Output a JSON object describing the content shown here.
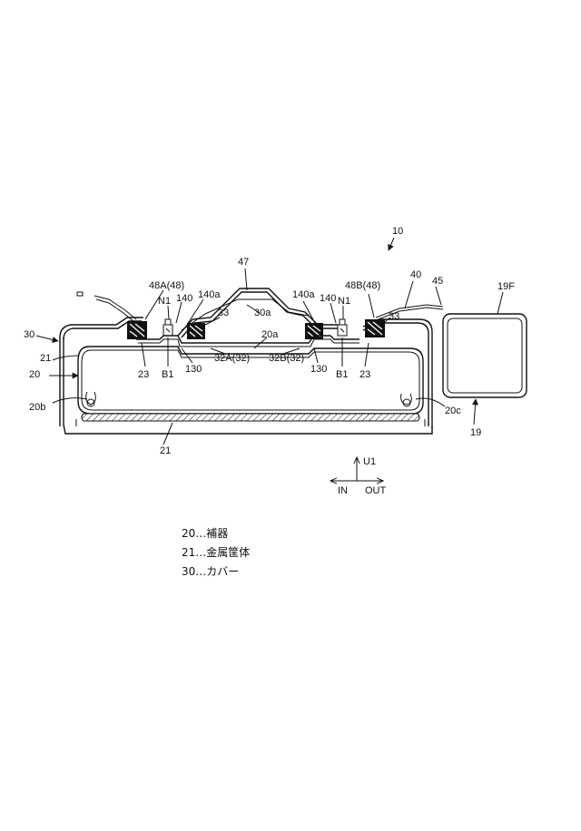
{
  "labels": {
    "ref_10": "10",
    "ref_47": "47",
    "ref_40": "40",
    "ref_45": "45",
    "ref_19F": "19F",
    "ref_48A": "48A(48)",
    "ref_48B": "48B(48)",
    "ref_N1_left": "N1",
    "ref_140_left": "140",
    "ref_140a_left": "140a",
    "ref_140a_right": "140a",
    "ref_140_right": "140",
    "ref_N1_right": "N1",
    "ref_33_left": "33",
    "ref_33_right": "33",
    "ref_30a": "30a",
    "ref_20a": "20a",
    "ref_30": "30",
    "ref_21_top": "21",
    "ref_20": "20",
    "ref_20b": "20b",
    "ref_20c": "20c",
    "ref_19": "19",
    "ref_23_left": "23",
    "ref_23_right": "23",
    "ref_B1_left": "B1",
    "ref_B1_right": "B1",
    "ref_130_left": "130",
    "ref_130_right": "130",
    "ref_32A": "32A(32)",
    "ref_32B": "32B(32)",
    "ref_21_bottom": "21"
  },
  "direction": {
    "up": "U1",
    "in": "IN",
    "out": "OUT"
  },
  "legend": [
    "20…補器",
    "21…金属筐体",
    "30…カバー"
  ]
}
